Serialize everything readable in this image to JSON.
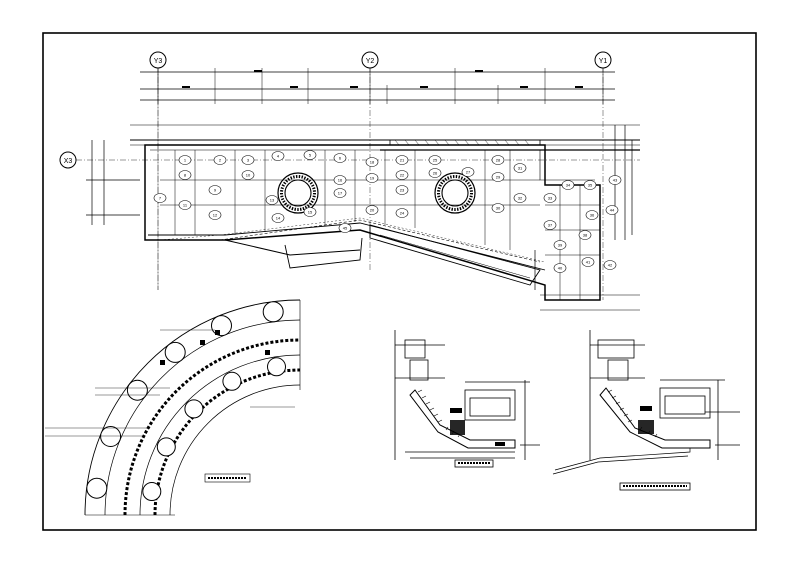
{
  "drawing": {
    "grid_axes": {
      "y3": "Y3",
      "y2": "Y2",
      "y1": "Y1",
      "x3": "X3"
    },
    "plan": {
      "room_numbers": [
        "1",
        "2",
        "3",
        "4",
        "5",
        "6",
        "7",
        "8",
        "9",
        "10",
        "11",
        "12",
        "13",
        "14",
        "15",
        "16",
        "17",
        "18",
        "19",
        "20",
        "21",
        "22",
        "23",
        "24",
        "25",
        "26",
        "27",
        "28",
        "29",
        "30",
        "31",
        "32",
        "33",
        "34",
        "35",
        "36",
        "37",
        "38",
        "39",
        "40",
        "41",
        "42",
        "43",
        "44",
        "45"
      ]
    },
    "details": {
      "circle_caption": "",
      "section1_caption": "",
      "section2_caption": ""
    }
  }
}
